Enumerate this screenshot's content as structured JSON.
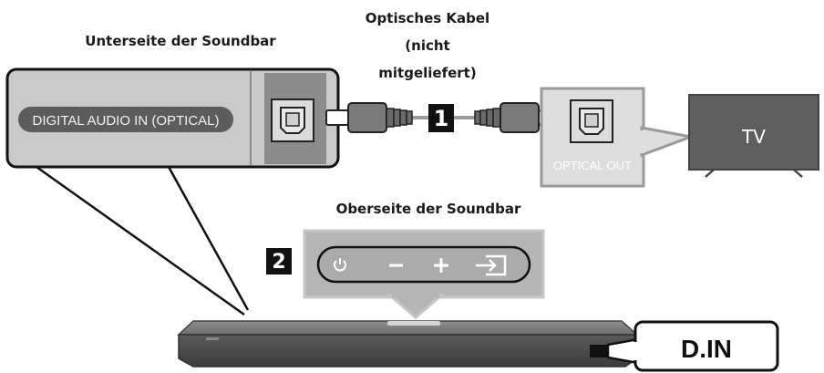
{
  "labels": {
    "bottom_side": "Unterseite der Soundbar",
    "cable_line1": "Optisches Kabel",
    "cable_line2": "(nicht",
    "cable_line3": "mitgeliefert)",
    "top_side": "Oberseite der Soundbar"
  },
  "soundbar_port": {
    "label": "DIGITAL AUDIO IN (OPTICAL)"
  },
  "tv": {
    "label": "TV",
    "port_label": "OPTICAL OUT"
  },
  "steps": {
    "step1": "1",
    "step2": "2"
  },
  "control_panel": {
    "buttons": [
      "power-icon",
      "minus-icon",
      "plus-icon",
      "source-icon"
    ]
  },
  "display": {
    "text": "D.IN"
  }
}
